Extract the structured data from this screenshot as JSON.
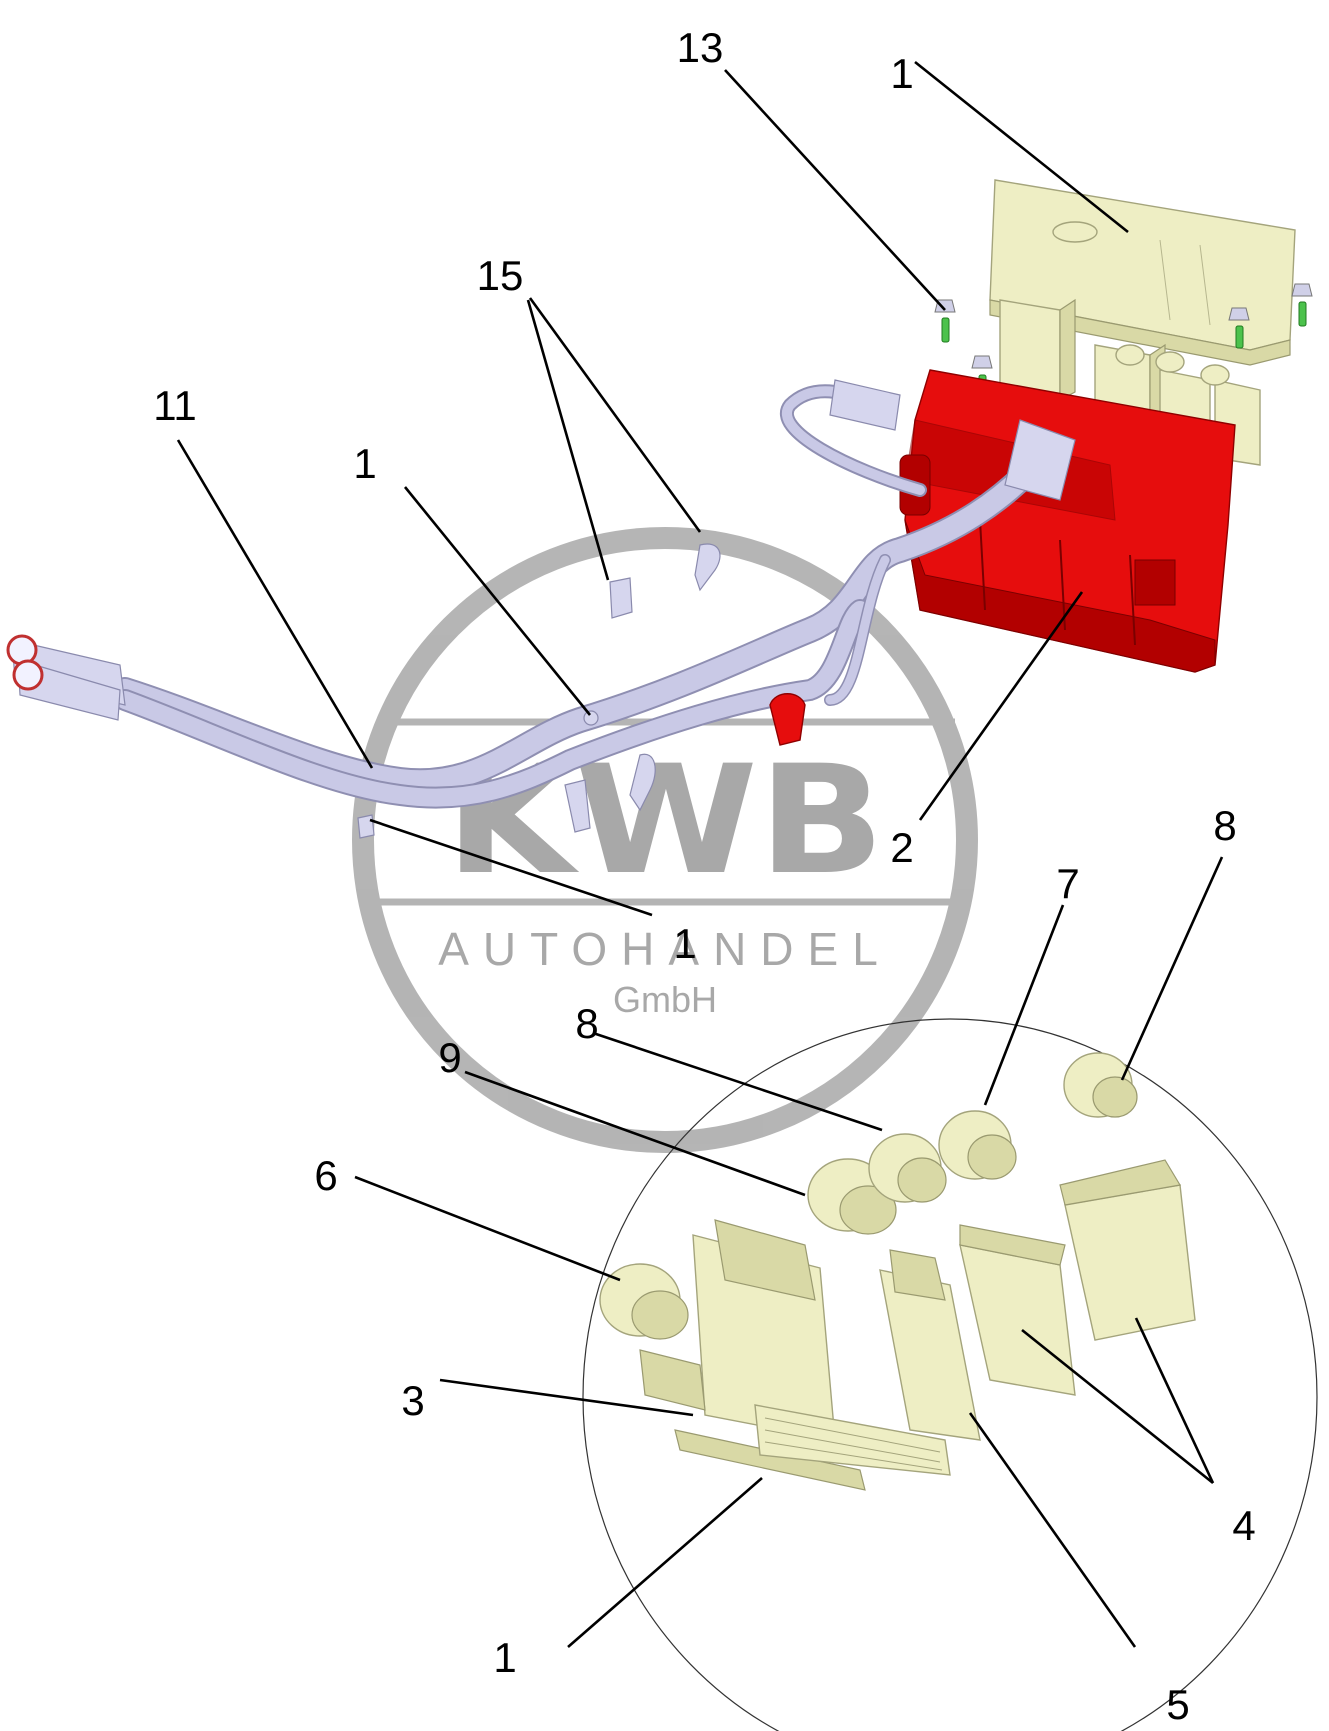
{
  "watermark": {
    "logo_text": "KWB",
    "line1": "AUTOHANDEL",
    "line2": "GmbH"
  },
  "callouts": [
    {
      "id": "c13",
      "text": "13"
    },
    {
      "id": "c1_top",
      "text": "1"
    },
    {
      "id": "c15",
      "text": "15"
    },
    {
      "id": "c11",
      "text": "11"
    },
    {
      "id": "c1_harness",
      "text": "1"
    },
    {
      "id": "c2",
      "text": "2"
    },
    {
      "id": "c8_right",
      "text": "8"
    },
    {
      "id": "c7",
      "text": "7"
    },
    {
      "id": "c1_clip",
      "text": "1"
    },
    {
      "id": "c8_mid",
      "text": "8"
    },
    {
      "id": "c9",
      "text": "9"
    },
    {
      "id": "c6",
      "text": "6"
    },
    {
      "id": "c3",
      "text": "3"
    },
    {
      "id": "c4",
      "text": "4"
    },
    {
      "id": "c1_bottom",
      "text": "1"
    },
    {
      "id": "c5",
      "text": "5"
    }
  ],
  "colors": {
    "fuse_box": "#e60d0d",
    "components": "#eeeec4",
    "harness": "#c9c9e6",
    "screws": "#4cc24c",
    "watermark": "#9a9a9a"
  }
}
